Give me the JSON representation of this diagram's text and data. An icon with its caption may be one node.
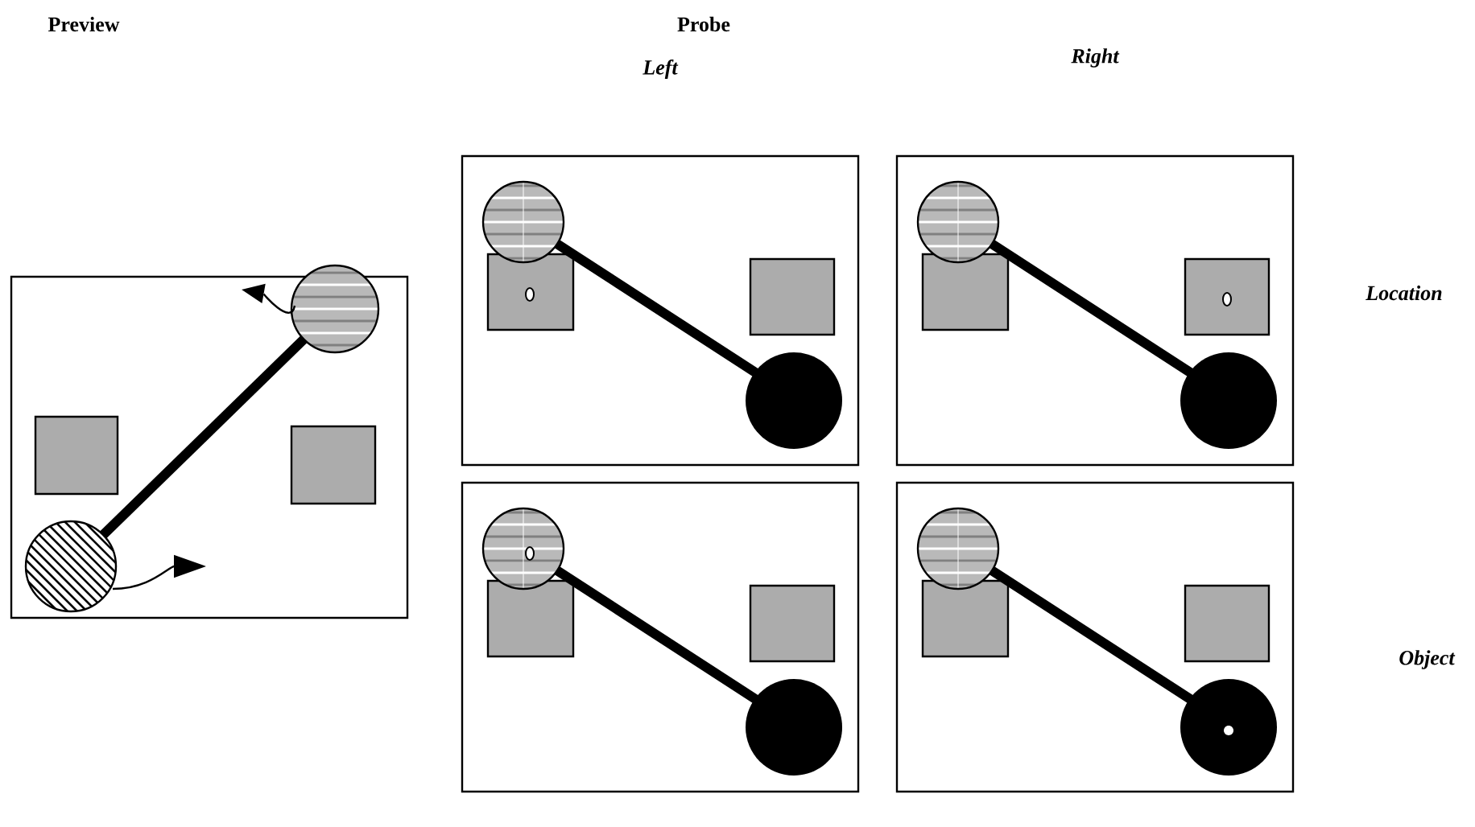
{
  "diagram": {
    "labels": [
      "Preview",
      "Probe",
      "Left",
      "Right",
      "Location",
      "Object"
    ]
  }
}
